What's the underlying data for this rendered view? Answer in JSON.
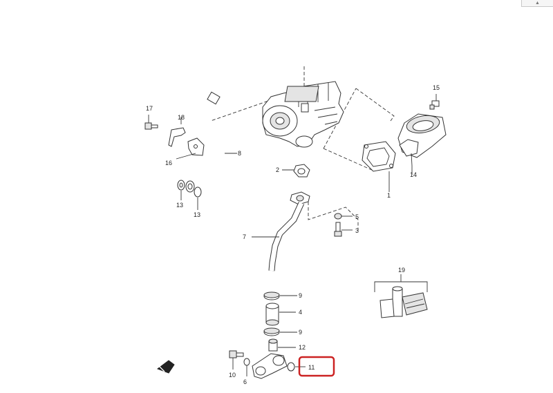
{
  "parts": [
    {
      "id": "callout-1",
      "label": "1"
    },
    {
      "id": "callout-2",
      "label": "2"
    },
    {
      "id": "callout-3",
      "label": "3"
    },
    {
      "id": "callout-4",
      "label": "4"
    },
    {
      "id": "callout-5",
      "label": "5"
    },
    {
      "id": "callout-6",
      "label": "6"
    },
    {
      "id": "callout-7",
      "label": "7"
    },
    {
      "id": "callout-8",
      "label": "8"
    },
    {
      "id": "callout-9a",
      "label": "9"
    },
    {
      "id": "callout-9b",
      "label": "9"
    },
    {
      "id": "callout-10",
      "label": "10"
    },
    {
      "id": "callout-11",
      "label": "11"
    },
    {
      "id": "callout-12",
      "label": "12"
    },
    {
      "id": "callout-13a",
      "label": "13"
    },
    {
      "id": "callout-13b",
      "label": "13"
    },
    {
      "id": "callout-14",
      "label": "14"
    },
    {
      "id": "callout-15",
      "label": "15"
    },
    {
      "id": "callout-16",
      "label": "16"
    },
    {
      "id": "callout-17",
      "label": "17"
    },
    {
      "id": "callout-18",
      "label": "18"
    },
    {
      "id": "callout-19",
      "label": "19"
    }
  ],
  "highlight": {
    "label": "11",
    "color": "#cc2222"
  },
  "ui": {
    "scroll_glyph": "▲"
  }
}
